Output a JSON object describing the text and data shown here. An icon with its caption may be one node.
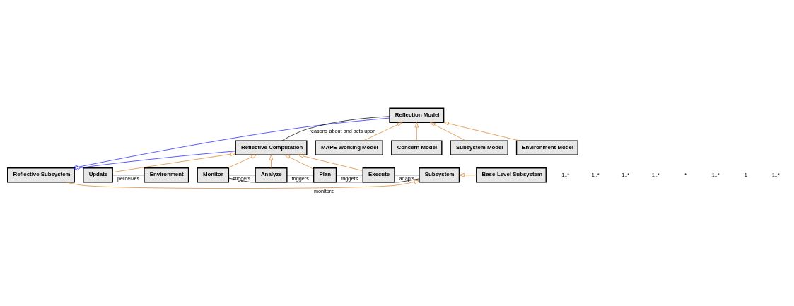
{
  "diagram": {
    "nodes": [
      {
        "text": [
          "Reflection Model"
        ]
      },
      {
        "text": [
          "MAPE Working Model"
        ]
      },
      {
        "text": [
          "Concern Model"
        ]
      },
      {
        "text": [
          "Subsystem Model"
        ]
      },
      {
        "text": [
          "Environment Model"
        ]
      },
      {
        "text": [
          "Reflective Computation"
        ]
      },
      {
        "text": [
          "Update"
        ]
      },
      {
        "text": [
          "Monitor"
        ]
      },
      {
        "text": [
          "Analyze"
        ]
      },
      {
        "text": [
          "Plan"
        ]
      },
      {
        "text": [
          "Execute"
        ]
      },
      {
        "text": [
          "Reflective Subsystem"
        ]
      },
      {
        "text": [
          "Environment"
        ]
      },
      {
        "text": [
          "Subsystem"
        ]
      },
      {
        "text": [
          "Base-Level Subsystem"
        ]
      }
    ],
    "edges": [
      {
        "from": 5,
        "to": 0,
        "arrow": "none",
        "label": "reasons about and acts upon",
        "color": "#000000"
      },
      {
        "from": 1,
        "to": 0,
        "arrow": "to",
        "color": "#d9822b"
      },
      {
        "from": 2,
        "to": 0,
        "arrow": "to",
        "color": "#d9822b"
      },
      {
        "from": 3,
        "to": 0,
        "arrow": "to",
        "color": "#d9822b"
      },
      {
        "from": 4,
        "to": 0,
        "arrow": "to",
        "color": "#d9822b"
      },
      {
        "from": 0,
        "to": 11,
        "arrow": "other",
        "color": "#1f1fff"
      },
      {
        "from": 5,
        "to": 11,
        "arrow": "other",
        "color": "#1f1fff"
      },
      {
        "from": 6,
        "to": 5,
        "arrow": "to",
        "color": "#d9822b"
      },
      {
        "from": 7,
        "to": 5,
        "arrow": "to",
        "color": "#d9822b"
      },
      {
        "from": 8,
        "to": 5,
        "arrow": "to",
        "color": "#d9822b"
      },
      {
        "from": 9,
        "to": 5,
        "arrow": "to",
        "color": "#d9822b"
      },
      {
        "from": 10,
        "to": 5,
        "arrow": "to",
        "color": "#d9822b"
      },
      {
        "from": 7,
        "to": 8,
        "arrow": "none",
        "label": "triggers",
        "color": "#000000"
      },
      {
        "from": 8,
        "to": 9,
        "arrow": "none",
        "label": "triggers",
        "color": "#000000"
      },
      {
        "from": 9,
        "to": 10,
        "arrow": "none",
        "label": "triggers",
        "color": "#000000"
      },
      {
        "from": 6,
        "to": 12,
        "arrow": "none",
        "label": "perceives",
        "color": "#000000"
      },
      {
        "from": 7,
        "to": 13,
        "arrow": "none",
        "label": "monitors",
        "color": "#000000"
      },
      {
        "from": 10,
        "to": 13,
        "arrow": "none",
        "label": "adapts",
        "color": "#000000"
      },
      {
        "from": 11,
        "to": 13,
        "arrow": "to",
        "color": "#d9822b"
      },
      {
        "from": 14,
        "to": 13,
        "arrow": "to",
        "color": "#d9822b"
      }
    ],
    "labels": [
      "1..*",
      "1..*",
      "1..*",
      "1..*",
      "*",
      "1..*",
      "1",
      "1..*"
    ]
  }
}
